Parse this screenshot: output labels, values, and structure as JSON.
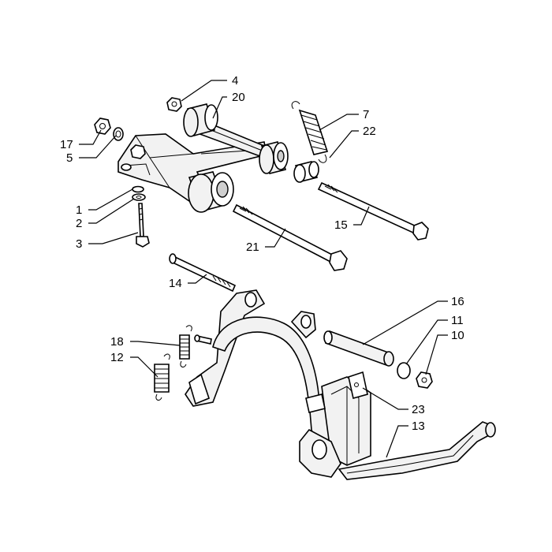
{
  "diagram": {
    "callouts": {
      "c1": "1",
      "c2": "2",
      "c3": "3",
      "c4": "4",
      "c5": "5",
      "c7": "7",
      "c10": "10",
      "c11": "11",
      "c12": "12",
      "c13": "13",
      "c14": "14",
      "c15": "15",
      "c16": "16",
      "c17": "17",
      "c18": "18",
      "c20": "20",
      "c21": "21",
      "c22": "22",
      "c23": "23"
    }
  }
}
